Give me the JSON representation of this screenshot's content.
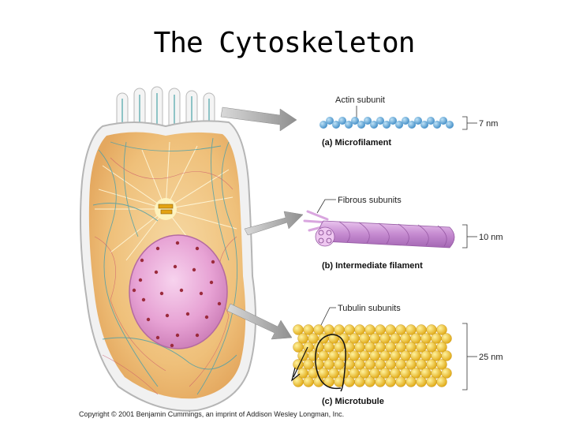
{
  "title": "The Cytoskeleton",
  "panels": {
    "microfilament": {
      "subunit_label": "Actin subunit",
      "size": "7 nm",
      "caption": "(a) Microfilament"
    },
    "intermediate": {
      "subunit_label": "Fibrous subunits",
      "size": "10 nm",
      "caption": "(b) Intermediate filament"
    },
    "microtubule": {
      "subunit_label": "Tubulin subunits",
      "size": "25 nm",
      "caption": "(c) Microtubule"
    }
  },
  "copyright": "Copyright © 2001 Benjamin Cummings, an imprint of Addison Wesley Longman, Inc.",
  "colors": {
    "cytoplasm": "#f2c98a",
    "nucleus": "#e9a7d6",
    "actin": "#5aa6d8",
    "intermediate": "#c98fd0",
    "tubulin": "#f0c21e"
  }
}
